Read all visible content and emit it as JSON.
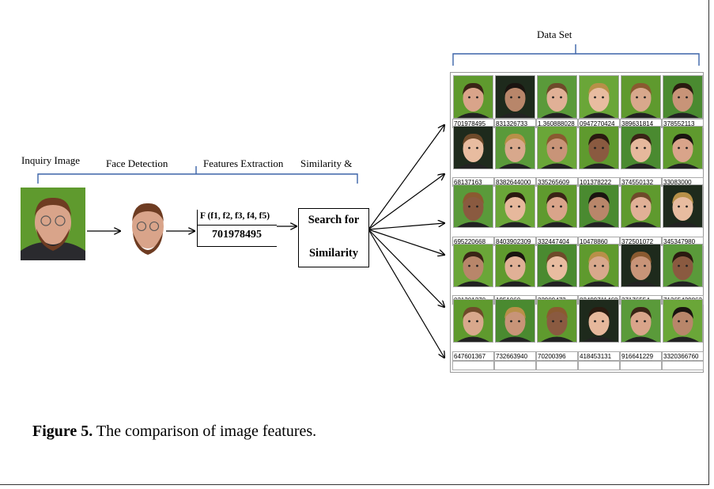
{
  "labels": {
    "data_set": "Data Set",
    "inquiry_image": "Inquiry Image",
    "face_detection": "Face Detection",
    "features_extraction": "Features Extraction",
    "similarity": "Similarity &"
  },
  "feature_box": {
    "formula": "F (f1, f2, f3, f4, f5)",
    "value": "701978495"
  },
  "search_box": {
    "line1": "Search for",
    "line2": "Similarity"
  },
  "dataset_ids": [
    [
      "701978495",
      "831326733",
      "1.360888028",
      "0947270424",
      "389631814",
      "378552113"
    ],
    [
      "68137163",
      "8382644000",
      "335265609",
      "101378222",
      "374550132",
      "33083000"
    ],
    [
      "695220668",
      "8403902309",
      "332447404",
      "10478860",
      "372501072",
      "345347980"
    ],
    [
      "031301370",
      "1951060",
      "22909472",
      "82499711468",
      "37176554",
      "71365439862"
    ],
    [
      "647601367",
      "732663940",
      "70200396",
      "418453131",
      "916641229",
      "3320366760"
    ]
  ],
  "caption": {
    "bold": "Figure 5.",
    "text": " The comparison of image features."
  },
  "colors": {
    "bracket": "#3b63a8",
    "photo_background": "#5f9a2e"
  }
}
